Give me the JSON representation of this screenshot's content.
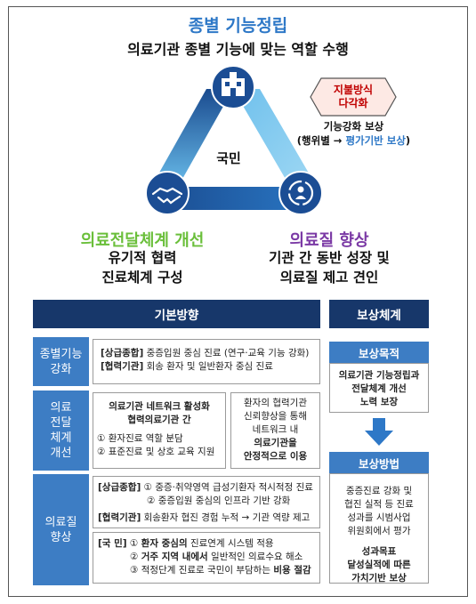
{
  "title": "종별 기능정립",
  "subtitle": "의료기관 종별 기능에 맞는 역할 수행",
  "triangle": {
    "center_label": "국민"
  },
  "hexagon": {
    "line1": "지불방식",
    "line2": "다각화"
  },
  "reward_note": {
    "line1": "기능강화 보상",
    "line2_prefix": "(행위별 → ",
    "line2_highlight": "평가기반 보상",
    "line2_suffix": ")"
  },
  "goal_left": {
    "heading": "의료전달체계 개선",
    "line1": "유기적 협력",
    "line2": "진료체계 구성"
  },
  "goal_right": {
    "heading": "의료질 향상",
    "line1": "기관 간 동반 성장 및",
    "line2": "의료질 제고 견인"
  },
  "table": {
    "header_left": "기본방향",
    "header_right": "보상체계",
    "rows": [
      {
        "label_1": "종별기능",
        "label_2": "강화"
      },
      {
        "label_1": "의료",
        "label_2": "전달",
        "label_3": "체계",
        "label_4": "개선"
      },
      {
        "label_1": "의료질",
        "label_2": "향상"
      }
    ],
    "row1": {
      "tag1": "[상급종합]",
      "text1": " 중증입원 중심 진료 (연구·교육 기능 강화)",
      "tag2": "[협력기관]",
      "text2": " 회송 환자 및 일반환자 중심 진료"
    },
    "row2_left": {
      "title1": "의료기관 네트워크 활성화",
      "title2": "협력의료기관 간",
      "item1": "① 환자진료 역할 분담",
      "item2": "② 표준진료 및 상호 교육 지원"
    },
    "row2_right": {
      "line1": "환자의 협력기관",
      "line2": "신뢰향상을 통해",
      "line3": "네트워크 내",
      "line4": "의료기관을",
      "line5": "안정적으로 이용"
    },
    "row3a": {
      "tag1": "[상급종합]",
      "text1a": " ① 중증·취약영역 급성기환자 적시적정 진료",
      "text1b": "② 중증입원 중심의 인프라 기반 강화",
      "tag2": "[협력기관]",
      "text2": " 회송환자 협진 경험 누적 → 기관 역량 제고"
    },
    "row3b": {
      "tag": "[국  민]",
      "i1_pre": " ① ",
      "i1_bold": "환자 중심의",
      "i1_post": " 진료연계 시스템 적용",
      "i2_pre": "② ",
      "i2_bold": "거주 지역 내에서",
      "i2_post": " 일반적인 의료수요 해소",
      "i3_pre": "③ 적정단계 진료로 국민이 부담하는 ",
      "i3_bold": "비용 절감"
    },
    "reward_purpose": {
      "header": "보상목적",
      "line1": "의료기관 기능정립과",
      "line2": "전달체계 개선",
      "line3": "노력 보장"
    },
    "reward_method": {
      "header": "보상방법",
      "line1": "중증진료 강화 및",
      "line2": "협진 실적 등 진료",
      "line3": "성과를 시범사업",
      "line4": "위원회에서 평가",
      "line5": "성과목표",
      "line6": "달성실적에 따른",
      "line7": "가치기반 보상"
    }
  },
  "colors": {
    "title_blue": "#2e78c7",
    "green": "#6abf3a",
    "purple": "#7b3aa5",
    "navy": "#17376a",
    "mid_blue": "#3d7dc4",
    "hex_red": "#c00000"
  }
}
